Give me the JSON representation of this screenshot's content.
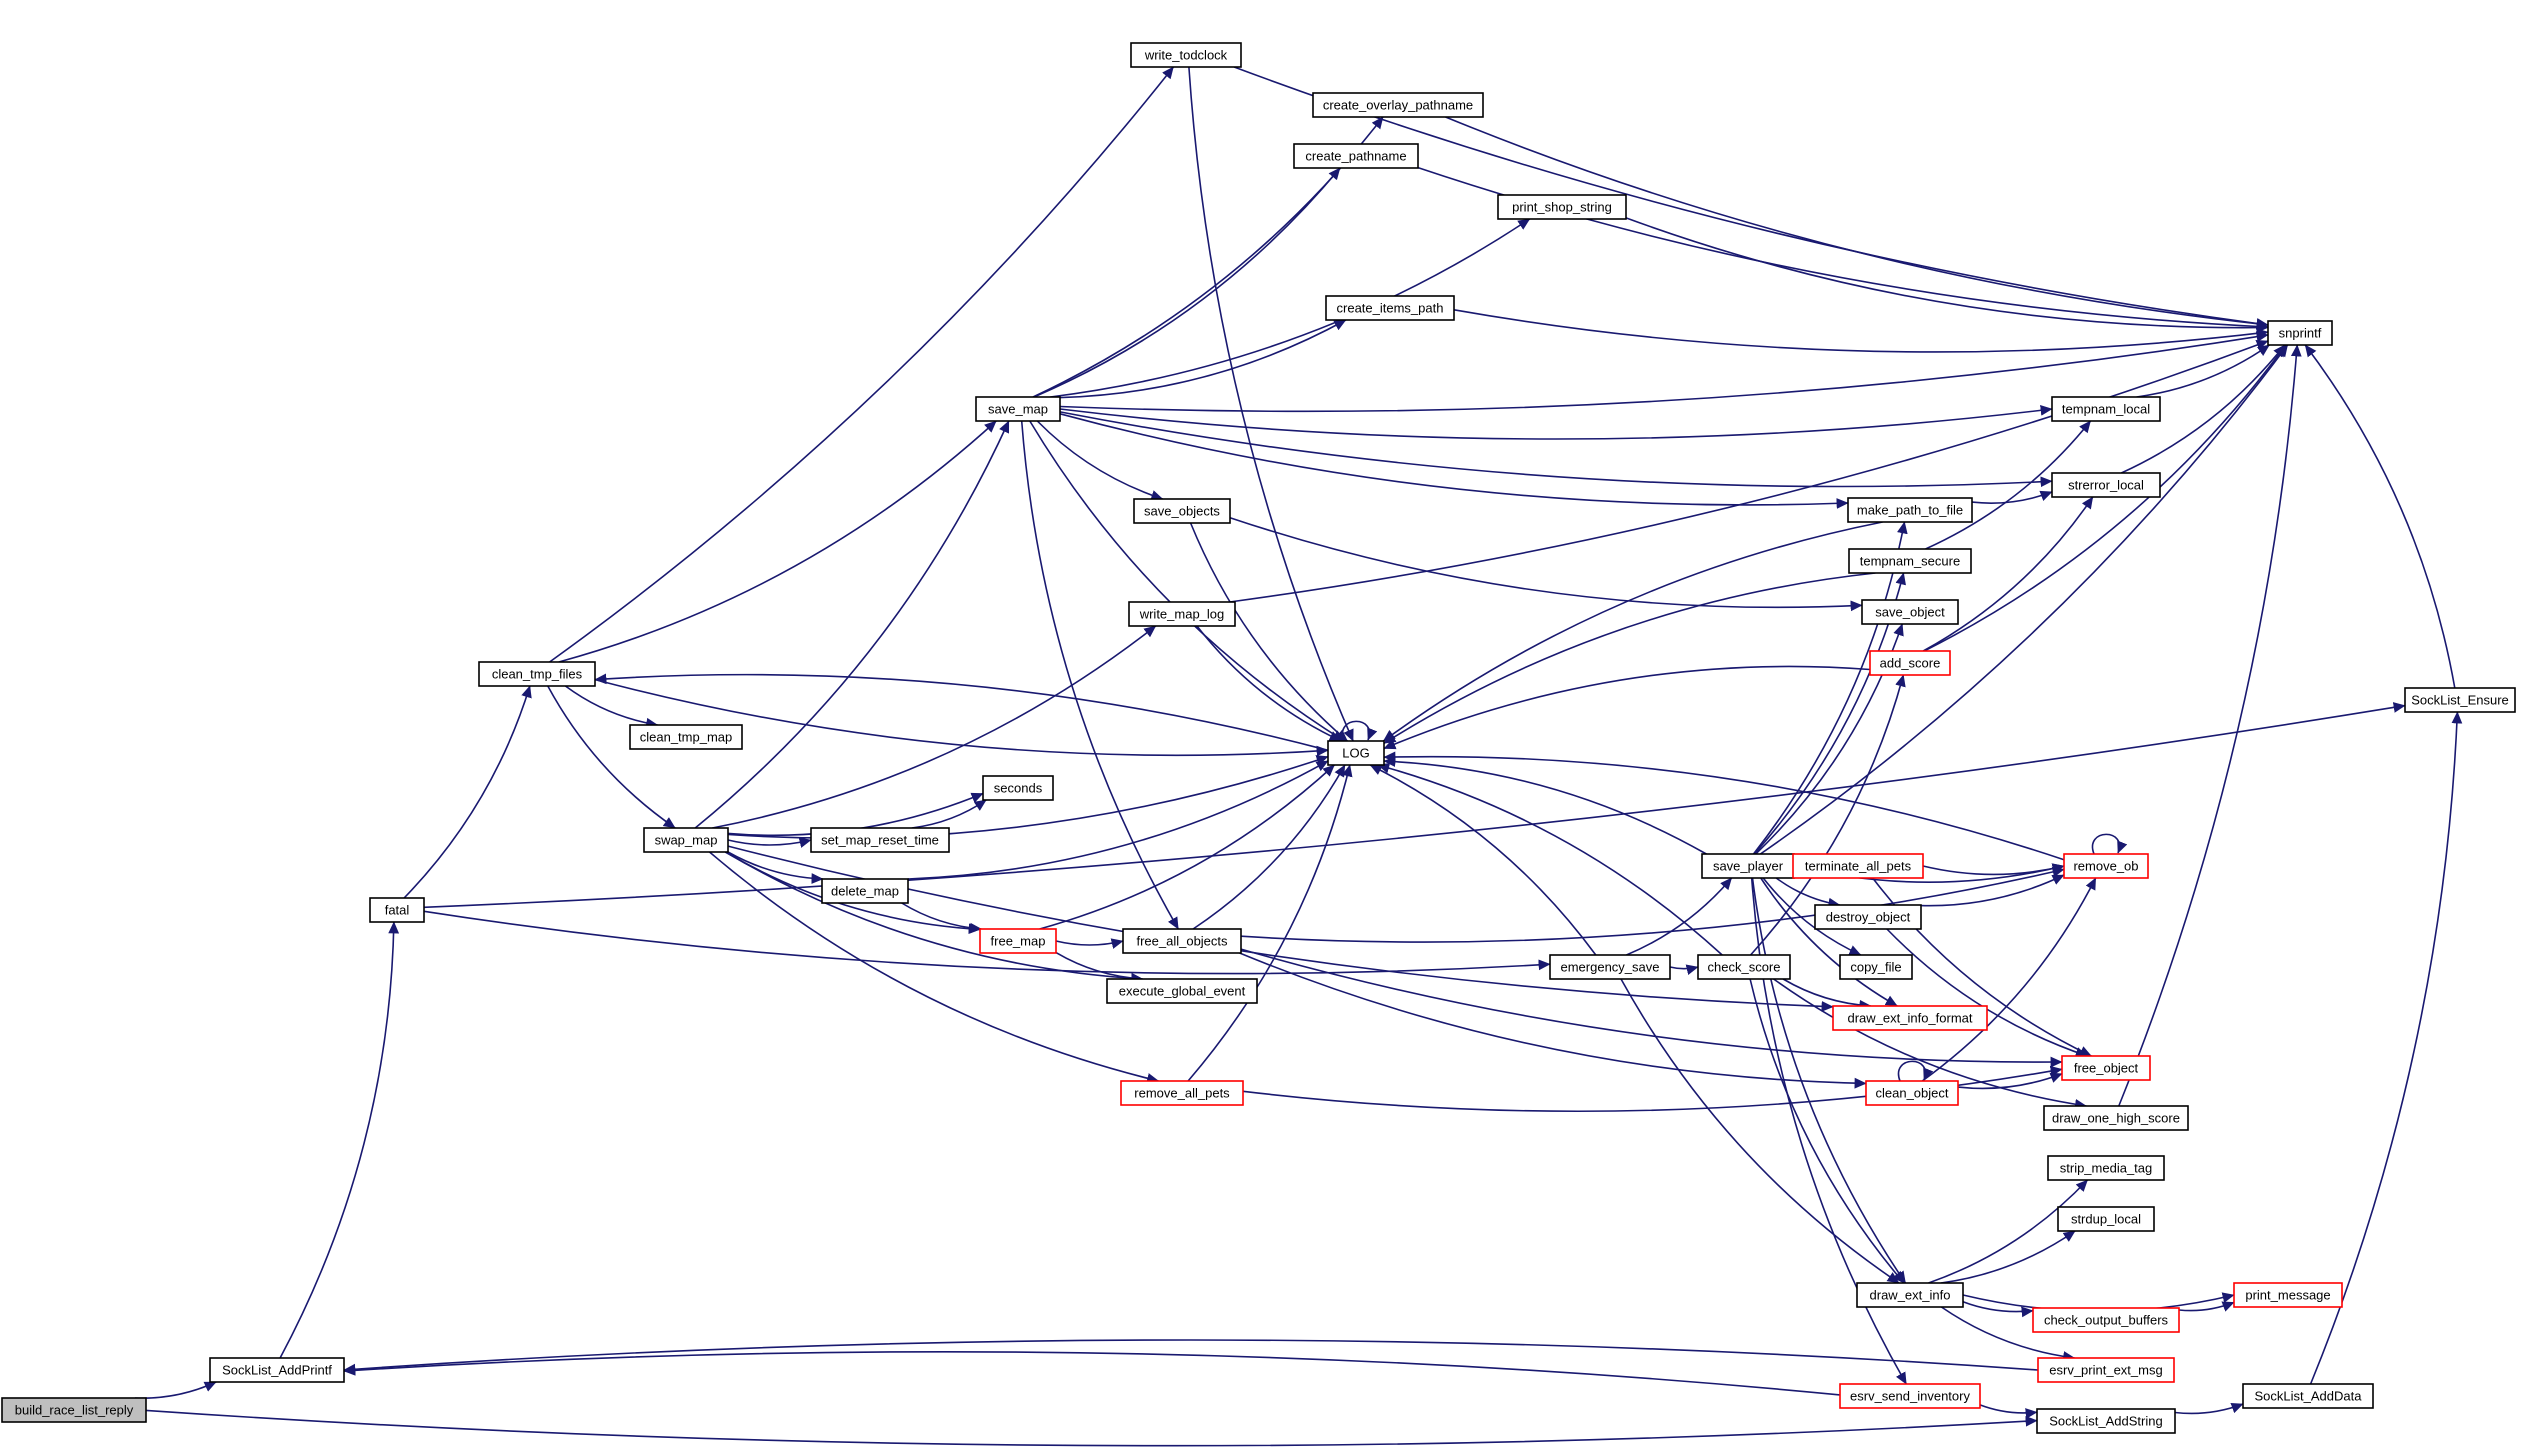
{
  "graph": {
    "edge_color": "#191970",
    "node_border_normal": "#000000",
    "node_border_truncated": "#ff0000",
    "root_fill": "#bfbfbf",
    "nodes": {
      "build_race_list_reply": {
        "label": "build_race_list_reply",
        "style": "root"
      },
      "SockList_AddPrintf": {
        "label": "SockList_AddPrintf",
        "style": "normal"
      },
      "fatal": {
        "label": "fatal",
        "style": "normal"
      },
      "clean_tmp_files": {
        "label": "clean_tmp_files",
        "style": "normal"
      },
      "clean_tmp_map": {
        "label": "clean_tmp_map",
        "style": "normal"
      },
      "swap_map": {
        "label": "swap_map",
        "style": "normal"
      },
      "save_map": {
        "label": "save_map",
        "style": "normal"
      },
      "write_todclock": {
        "label": "write_todclock",
        "style": "normal"
      },
      "create_overlay_pathname": {
        "label": "create_overlay_pathname",
        "style": "normal"
      },
      "create_pathname": {
        "label": "create_pathname",
        "style": "normal"
      },
      "print_shop_string": {
        "label": "print_shop_string",
        "style": "normal"
      },
      "create_items_path": {
        "label": "create_items_path",
        "style": "normal"
      },
      "save_objects": {
        "label": "save_objects",
        "style": "normal"
      },
      "write_map_log": {
        "label": "write_map_log",
        "style": "normal"
      },
      "seconds": {
        "label": "seconds",
        "style": "normal"
      },
      "set_map_reset_time": {
        "label": "set_map_reset_time",
        "style": "normal"
      },
      "delete_map": {
        "label": "delete_map",
        "style": "normal"
      },
      "free_map": {
        "label": "free_map",
        "style": "truncated"
      },
      "free_all_objects": {
        "label": "free_all_objects",
        "style": "normal"
      },
      "execute_global_event": {
        "label": "execute_global_event",
        "style": "normal"
      },
      "remove_all_pets": {
        "label": "remove_all_pets",
        "style": "truncated"
      },
      "LOG": {
        "label": "LOG",
        "style": "normal"
      },
      "emergency_save": {
        "label": "emergency_save",
        "style": "normal"
      },
      "save_player": {
        "label": "save_player",
        "style": "normal"
      },
      "check_score": {
        "label": "check_score",
        "style": "normal"
      },
      "terminate_all_pets": {
        "label": "terminate_all_pets",
        "style": "truncated"
      },
      "destroy_object": {
        "label": "destroy_object",
        "style": "normal"
      },
      "copy_file": {
        "label": "copy_file",
        "style": "normal"
      },
      "draw_ext_info_format": {
        "label": "draw_ext_info_format",
        "style": "truncated"
      },
      "clean_object": {
        "label": "clean_object",
        "style": "truncated"
      },
      "remove_ob": {
        "label": "remove_ob",
        "style": "truncated"
      },
      "free_object": {
        "label": "free_object",
        "style": "truncated"
      },
      "draw_one_high_score": {
        "label": "draw_one_high_score",
        "style": "normal"
      },
      "strip_media_tag": {
        "label": "strip_media_tag",
        "style": "normal"
      },
      "strdup_local": {
        "label": "strdup_local",
        "style": "normal"
      },
      "draw_ext_info": {
        "label": "draw_ext_info",
        "style": "normal"
      },
      "print_message": {
        "label": "print_message",
        "style": "truncated"
      },
      "check_output_buffers": {
        "label": "check_output_buffers",
        "style": "truncated"
      },
      "esrv_print_ext_msg": {
        "label": "esrv_print_ext_msg",
        "style": "truncated"
      },
      "esrv_send_inventory": {
        "label": "esrv_send_inventory",
        "style": "truncated"
      },
      "SockList_AddString": {
        "label": "SockList_AddString",
        "style": "normal"
      },
      "SockList_AddData": {
        "label": "SockList_AddData",
        "style": "normal"
      },
      "SockList_Ensure": {
        "label": "SockList_Ensure",
        "style": "normal"
      },
      "make_path_to_file": {
        "label": "make_path_to_file",
        "style": "normal"
      },
      "tempnam_secure": {
        "label": "tempnam_secure",
        "style": "normal"
      },
      "save_object": {
        "label": "save_object",
        "style": "normal"
      },
      "add_score": {
        "label": "add_score",
        "style": "truncated"
      },
      "tempnam_local": {
        "label": "tempnam_local",
        "style": "normal"
      },
      "strerror_local": {
        "label": "strerror_local",
        "style": "normal"
      },
      "snprintf": {
        "label": "snprintf",
        "style": "normal"
      }
    },
    "edges": [
      [
        "build_race_list_reply",
        "SockList_AddPrintf"
      ],
      [
        "build_race_list_reply",
        "SockList_AddString"
      ],
      [
        "SockList_AddPrintf",
        "fatal"
      ],
      [
        "fatal",
        "SockList_Ensure"
      ],
      [
        "fatal",
        "clean_tmp_files"
      ],
      [
        "fatal",
        "emergency_save"
      ],
      [
        "clean_tmp_files",
        "write_todclock"
      ],
      [
        "clean_tmp_files",
        "save_map"
      ],
      [
        "clean_tmp_files",
        "LOG"
      ],
      [
        "clean_tmp_files",
        "clean_tmp_map"
      ],
      [
        "clean_tmp_files",
        "swap_map"
      ],
      [
        "LOG",
        "clean_tmp_files"
      ],
      [
        "LOG",
        "LOG"
      ],
      [
        "swap_map",
        "save_map"
      ],
      [
        "swap_map",
        "write_map_log"
      ],
      [
        "swap_map",
        "LOG"
      ],
      [
        "swap_map",
        "seconds"
      ],
      [
        "swap_map",
        "set_map_reset_time"
      ],
      [
        "swap_map",
        "delete_map"
      ],
      [
        "swap_map",
        "free_map"
      ],
      [
        "swap_map",
        "execute_global_event"
      ],
      [
        "swap_map",
        "draw_ext_info_format"
      ],
      [
        "swap_map",
        "remove_all_pets"
      ],
      [
        "set_map_reset_time",
        "seconds"
      ],
      [
        "delete_map",
        "LOG"
      ],
      [
        "delete_map",
        "free_map"
      ],
      [
        "free_map",
        "LOG"
      ],
      [
        "free_map",
        "free_all_objects"
      ],
      [
        "free_map",
        "execute_global_event"
      ],
      [
        "free_all_objects",
        "LOG"
      ],
      [
        "free_all_objects",
        "remove_ob"
      ],
      [
        "free_all_objects",
        "clean_object"
      ],
      [
        "free_all_objects",
        "free_object"
      ],
      [
        "remove_all_pets",
        "LOG"
      ],
      [
        "remove_all_pets",
        "free_object"
      ],
      [
        "save_map",
        "create_overlay_pathname"
      ],
      [
        "save_map",
        "create_pathname"
      ],
      [
        "save_map",
        "print_shop_string"
      ],
      [
        "save_map",
        "snprintf"
      ],
      [
        "save_map",
        "create_items_path"
      ],
      [
        "save_map",
        "tempnam_local"
      ],
      [
        "save_map",
        "strerror_local"
      ],
      [
        "save_map",
        "make_path_to_file"
      ],
      [
        "save_map",
        "save_objects"
      ],
      [
        "save_map",
        "LOG"
      ],
      [
        "save_map",
        "free_all_objects"
      ],
      [
        "write_todclock",
        "snprintf"
      ],
      [
        "write_todclock",
        "LOG"
      ],
      [
        "create_overlay_pathname",
        "snprintf"
      ],
      [
        "create_pathname",
        "snprintf"
      ],
      [
        "print_shop_string",
        "snprintf"
      ],
      [
        "create_items_path",
        "snprintf"
      ],
      [
        "save_objects",
        "LOG"
      ],
      [
        "save_objects",
        "save_object"
      ],
      [
        "write_map_log",
        "snprintf"
      ],
      [
        "write_map_log",
        "LOG"
      ],
      [
        "make_path_to_file",
        "LOG"
      ],
      [
        "make_path_to_file",
        "strerror_local"
      ],
      [
        "tempnam_secure",
        "LOG"
      ],
      [
        "tempnam_secure",
        "tempnam_local"
      ],
      [
        "tempnam_local",
        "snprintf"
      ],
      [
        "strerror_local",
        "snprintf"
      ],
      [
        "add_score",
        "LOG"
      ],
      [
        "add_score",
        "snprintf"
      ],
      [
        "add_score",
        "strerror_local"
      ],
      [
        "emergency_save",
        "LOG"
      ],
      [
        "emergency_save",
        "save_player"
      ],
      [
        "emergency_save",
        "check_score"
      ],
      [
        "emergency_save",
        "draw_ext_info"
      ],
      [
        "save_player",
        "LOG"
      ],
      [
        "save_player",
        "snprintf"
      ],
      [
        "save_player",
        "make_path_to_file"
      ],
      [
        "save_player",
        "tempnam_secure"
      ],
      [
        "save_player",
        "save_object"
      ],
      [
        "save_player",
        "terminate_all_pets"
      ],
      [
        "save_player",
        "remove_ob"
      ],
      [
        "save_player",
        "destroy_object"
      ],
      [
        "save_player",
        "copy_file"
      ],
      [
        "save_player",
        "draw_ext_info_format"
      ],
      [
        "save_player",
        "draw_ext_info"
      ],
      [
        "save_player",
        "esrv_send_inventory"
      ],
      [
        "terminate_all_pets",
        "remove_ob"
      ],
      [
        "terminate_all_pets",
        "free_object"
      ],
      [
        "destroy_object",
        "remove_ob"
      ],
      [
        "destroy_object",
        "free_object"
      ],
      [
        "remove_ob",
        "remove_ob"
      ],
      [
        "remove_ob",
        "LOG"
      ],
      [
        "check_score",
        "add_score"
      ],
      [
        "check_score",
        "draw_ext_info_format"
      ],
      [
        "check_score",
        "draw_one_high_score"
      ],
      [
        "check_score",
        "draw_ext_info"
      ],
      [
        "check_score",
        "LOG"
      ],
      [
        "clean_object",
        "clean_object"
      ],
      [
        "clean_object",
        "remove_ob"
      ],
      [
        "clean_object",
        "free_object"
      ],
      [
        "draw_one_high_score",
        "snprintf"
      ],
      [
        "draw_ext_info",
        "strip_media_tag"
      ],
      [
        "draw_ext_info",
        "strdup_local"
      ],
      [
        "draw_ext_info",
        "print_message"
      ],
      [
        "draw_ext_info",
        "check_output_buffers"
      ],
      [
        "draw_ext_info",
        "esrv_print_ext_msg"
      ],
      [
        "check_output_buffers",
        "print_message"
      ],
      [
        "esrv_print_ext_msg",
        "SockList_AddPrintf"
      ],
      [
        "esrv_send_inventory",
        "SockList_AddPrintf"
      ],
      [
        "esrv_send_inventory",
        "SockList_AddString"
      ],
      [
        "SockList_AddString",
        "SockList_AddData"
      ],
      [
        "SockList_AddData",
        "SockList_Ensure"
      ],
      [
        "SockList_Ensure",
        "snprintf"
      ]
    ]
  }
}
